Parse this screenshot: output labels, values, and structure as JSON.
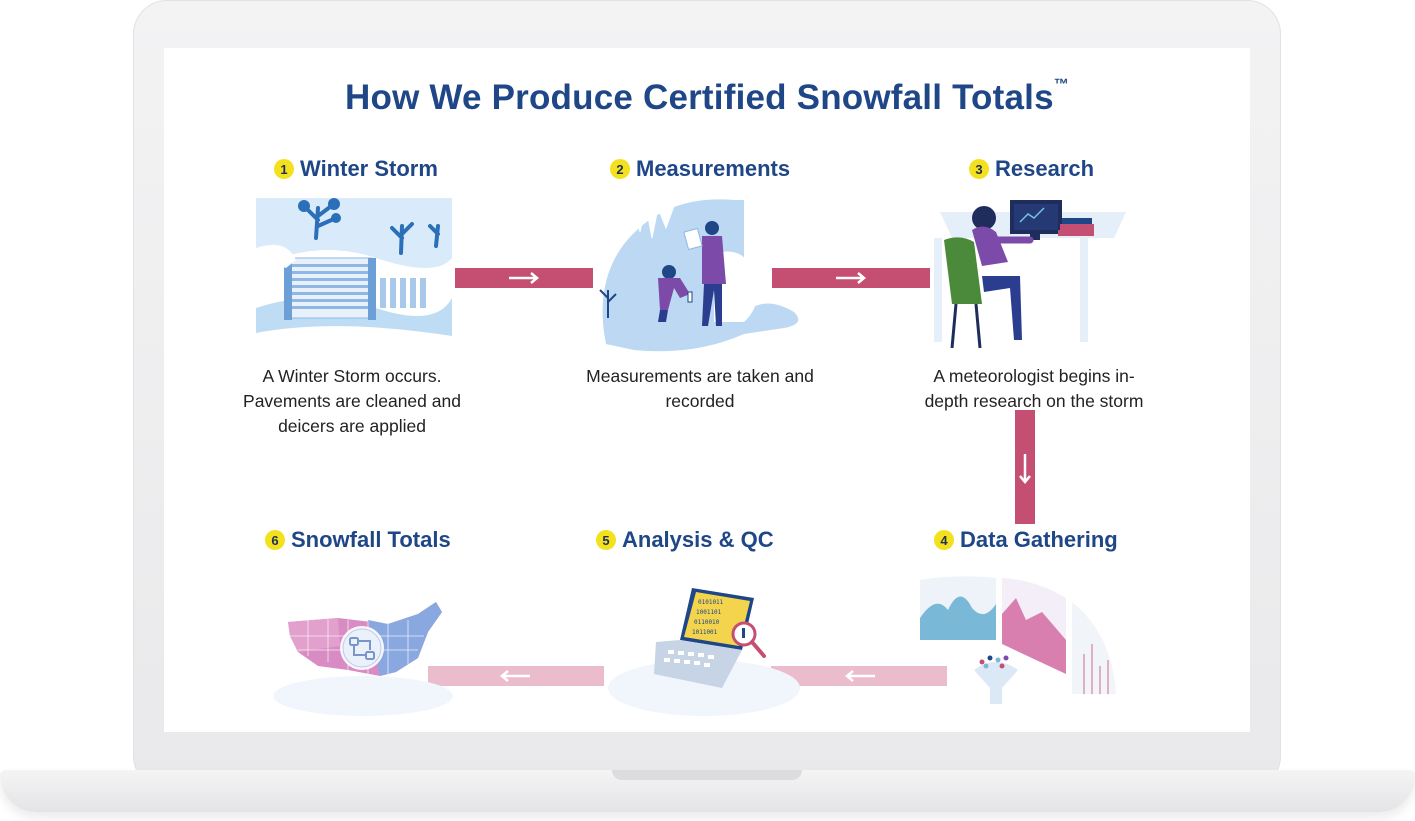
{
  "title": "How We Produce Certified Snowfall Totals",
  "title_mark": "™",
  "steps": [
    {
      "num": "1",
      "title": "Winter Storm",
      "desc": "A Winter Storm occurs. Pavements are cleaned and deicers are applied"
    },
    {
      "num": "2",
      "title": "Measurements",
      "desc": "Measurements are taken and recorded"
    },
    {
      "num": "3",
      "title": "Research",
      "desc": "A meteorologist begins in-depth research on the storm"
    },
    {
      "num": "4",
      "title": "Data Gathering",
      "desc": ""
    },
    {
      "num": "5",
      "title": "Analysis & QC",
      "desc": ""
    },
    {
      "num": "6",
      "title": "Snowfall Totals",
      "desc": ""
    }
  ],
  "colors": {
    "title": "#1f4687",
    "badge": "#f4e11e",
    "arrow": "#c44f73",
    "ice": "#bcd8f2",
    "navy": "#1f4687"
  },
  "icons": {
    "arrow": "right-arrow-icon",
    "down": "down-arrow-icon",
    "left": "left-arrow-icon"
  }
}
